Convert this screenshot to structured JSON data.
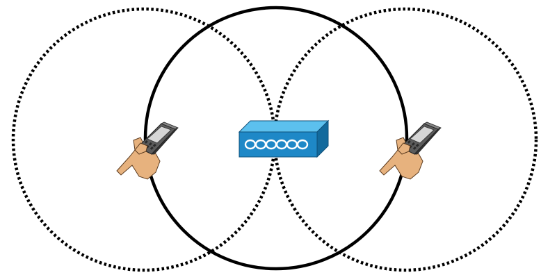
{
  "diagram": {
    "elements": [
      {
        "kind": "range-circle",
        "style": "dotted",
        "represents": "left-handheld-coverage"
      },
      {
        "kind": "range-circle",
        "style": "solid",
        "represents": "access-point-coverage"
      },
      {
        "kind": "range-circle",
        "style": "dotted",
        "represents": "right-handheld-coverage"
      },
      {
        "kind": "device",
        "icon": "wireless-access-point-icon",
        "position": "center"
      },
      {
        "kind": "device",
        "icon": "handheld-pda-icon",
        "position": "left"
      },
      {
        "kind": "device",
        "icon": "handheld-pda-icon",
        "position": "right"
      }
    ],
    "colors": {
      "circle_stroke": "#000000",
      "ap_front": "#1e88c7",
      "ap_top": "#5cc0ee",
      "ap_side": "#136a9d",
      "ap_waves": "#ffffff",
      "hand_skin": "#e7b27e",
      "hand_outline": "#5a3a1e",
      "pda_body": "#5c5c5c",
      "pda_screen": "#d6d6d6",
      "pda_keys": "#2a2a2a"
    }
  }
}
